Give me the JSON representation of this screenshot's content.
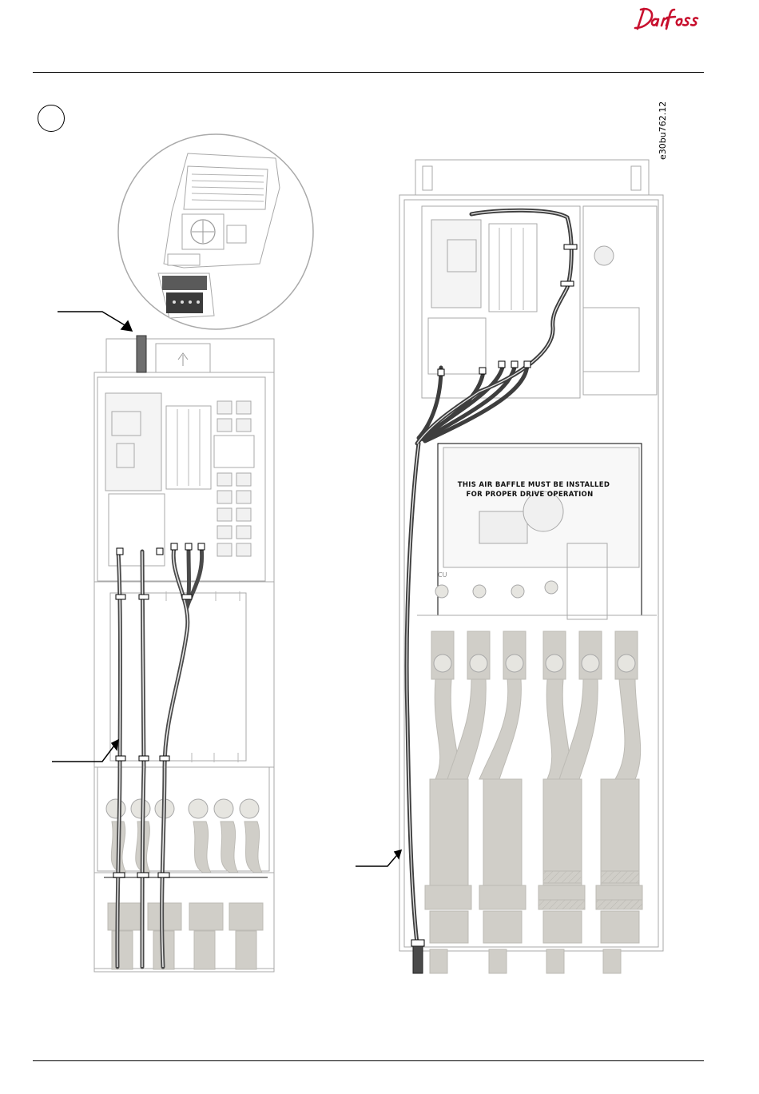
{
  "brand": {
    "logo_text": "Danfoss",
    "color": "#c8102e"
  },
  "figure": {
    "code": "e30bu762.12",
    "step_number": "",
    "baffle_label_line1": "THIS AIR BAFFLE MUST BE INSTALLED",
    "baffle_label_line2": "FOR PROPER DRIVE OPERATION",
    "cu_label": "CU"
  },
  "colors": {
    "line": "#000000",
    "frame": "#a9a9a9",
    "shade": "#d0cec8",
    "cable": "#6f6f6f"
  },
  "icons": [
    "arrow-pointer-icon",
    "fan-icon",
    "lcp-keypad-icon"
  ]
}
